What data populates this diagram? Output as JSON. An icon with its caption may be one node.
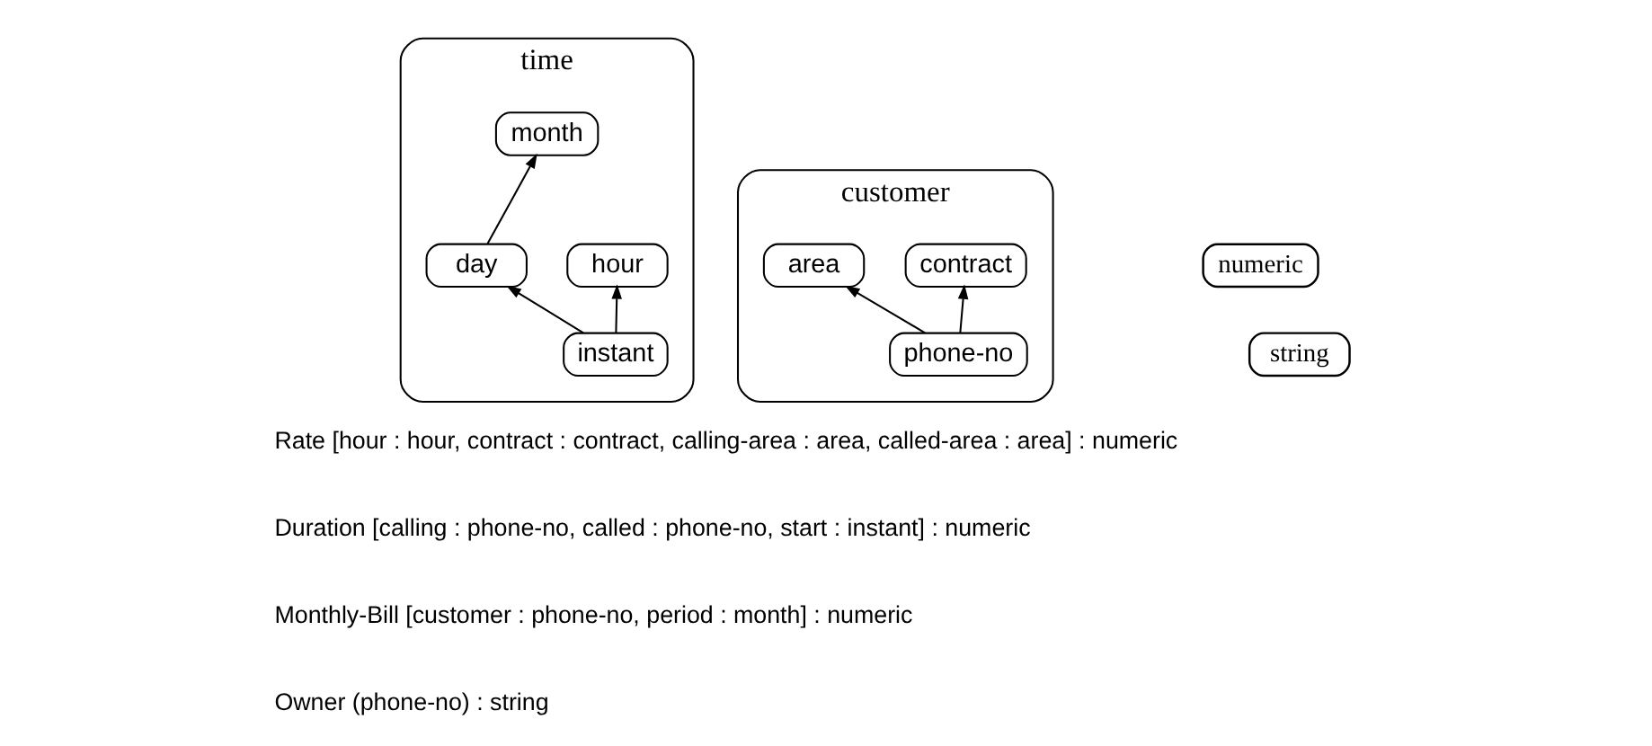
{
  "diagram": {
    "nodes": [
      {
        "text": [
          "time"
        ]
      },
      {
        "text": [
          "month"
        ],
        "in": 0
      },
      {
        "text": [
          "day"
        ],
        "in": 0
      },
      {
        "text": [
          "hour"
        ],
        "in": 0
      },
      {
        "text": [
          "instant"
        ],
        "in": 0
      },
      {
        "text": [
          "customer"
        ]
      },
      {
        "text": [
          "area"
        ],
        "in": 5
      },
      {
        "text": [
          "contract"
        ],
        "in": 5
      },
      {
        "text": [
          "phone-no"
        ],
        "in": 5
      },
      {
        "text": [
          "numeric"
        ]
      },
      {
        "text": [
          "string"
        ]
      }
    ],
    "edges": [
      {
        "from": 2,
        "to": 1,
        "arrow": "to"
      },
      {
        "from": 4,
        "to": 2,
        "arrow": "to"
      },
      {
        "from": 4,
        "to": 3,
        "arrow": "to"
      },
      {
        "from": 8,
        "to": 6,
        "arrow": "to"
      },
      {
        "from": 8,
        "to": 7,
        "arrow": "to"
      }
    ],
    "labels": [
      "Rate [hour : hour, contract : contract, calling-area : area, called-area : area] : numeric",
      "Duration [calling : phone-no, called : phone-no, start : instant] : numeric",
      "Monthly-Bill [customer : phone-no, period : month] : numeric",
      "Owner (phone-no) : string"
    ]
  }
}
